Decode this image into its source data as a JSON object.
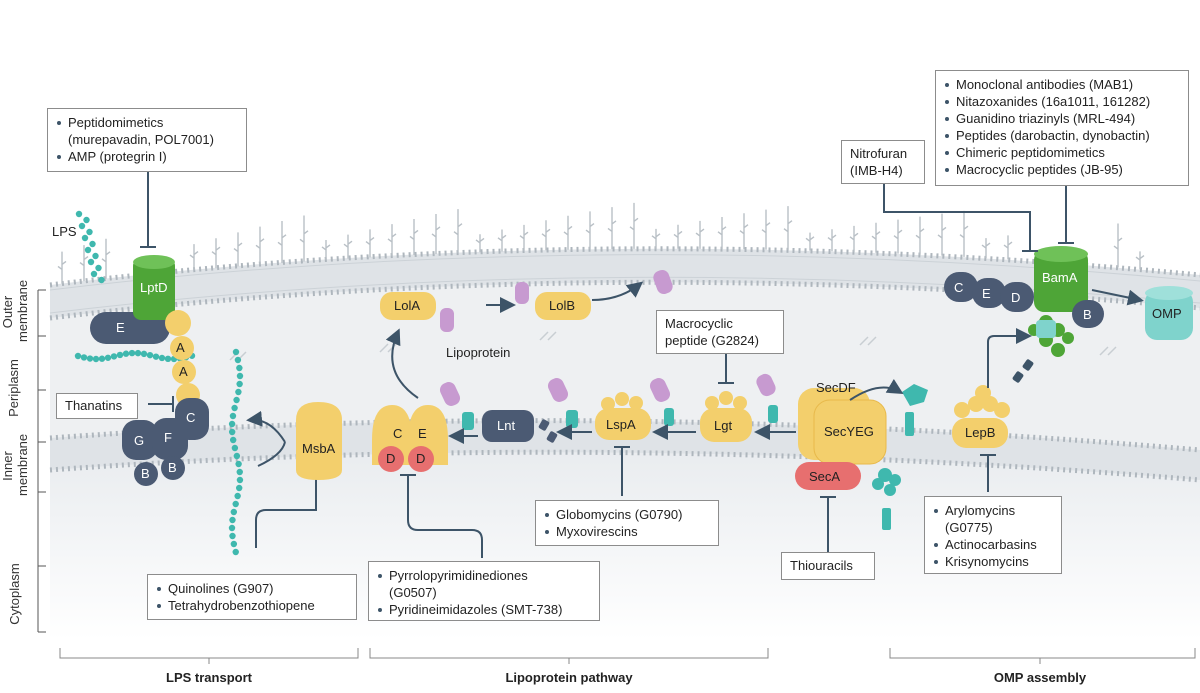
{
  "colors": {
    "lps_teal": "#3fb8ae",
    "lpt_green": "#4ea537",
    "dark_slate": "#4b5a73",
    "yellow_protein": "#f3cf6c",
    "red_protein": "#e76f6f",
    "lipoprotein_purple": "#c79ad0",
    "omp_teal": "#7fd3cc",
    "membrane_gray": "#dde2e6",
    "text": "#222222"
  },
  "regions": {
    "outer_membrane": "Outer\nmembrane",
    "periplasm": "Periplasm",
    "inner_membrane": "Inner\nmembrane",
    "cytoplasm": "Cytoplasm"
  },
  "sections": {
    "lps": "LPS transport",
    "lipo": "Lipoprotein pathway",
    "omp": "OMP assembly"
  },
  "labels": {
    "lps": "LPS",
    "lipoprotein": "Lipoprotein"
  },
  "proteins": {
    "lptd": "LptD",
    "e": "E",
    "a": "A",
    "c": "C",
    "g": "G",
    "f": "F",
    "b": "B",
    "d": "D",
    "msba": "MsbA",
    "lola": "LolA",
    "lolb": "LolB",
    "lnt": "Lnt",
    "lspa": "LspA",
    "lgt": "Lgt",
    "secdf": "SecDF",
    "secyeg": "SecYEG",
    "seca": "SecA",
    "lepb": "LepB",
    "bama": "BamA",
    "omp": "OMP"
  },
  "boxes": {
    "peptidomimetics": [
      "Peptidomimetics",
      "(murepavadin, POL7001)",
      "AMP (protegrin I)"
    ],
    "thanatins": "Thanatins",
    "quinolines": [
      "Quinolines (G907)",
      "Tetrahydrobenzothiopene"
    ],
    "pyrrolo": [
      "Pyrrolopyrimidinediones",
      "(G0507)",
      "Pyridineimidazoles (SMT-738)"
    ],
    "globomycins": [
      "Globomycins (G0790)",
      "Myxovirescins"
    ],
    "macrocyclic": [
      "Macrocyclic",
      "peptide (G2824)"
    ],
    "thiouracils": "Thiouracils",
    "arylomycins": [
      "Arylomycins",
      "(G0775)",
      "Actinocarbasins",
      "Krisynomycins"
    ],
    "nitrofuran": [
      "Nitrofuran",
      "(IMB-H4)"
    ],
    "bama_inhib": [
      "Monoclonal antibodies (MAB1)",
      "Nitazoxanides (16a1011, 161282)",
      "Guanidino triazinyls (MRL-494)",
      "Peptides (darobactin, dynobactin)",
      "Chimeric peptidomimetics",
      "Macrocyclic peptides (JB-95)"
    ]
  }
}
